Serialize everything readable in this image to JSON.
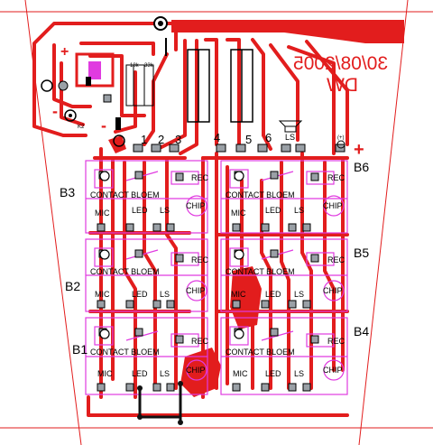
{
  "pcb": {
    "date_text": "30/08/2005",
    "initials": "DW",
    "block_labels": [
      "B1",
      "B2",
      "B3",
      "B4",
      "B5",
      "B6"
    ],
    "pin_numbers": [
      "1",
      "2",
      "3",
      "4",
      "5",
      "6"
    ],
    "ls_label": "LS",
    "plus_sign": "+",
    "minus_sign": "-",
    "plus_small": "(+)",
    "k2_label": "K2",
    "resistor_labels": [
      "18k",
      "33k"
    ],
    "module": {
      "mic": "MIC",
      "led": "LED",
      "ls": "LS",
      "contact": "CONTACT BLOEM",
      "rec": "REC",
      "chip": "CHIP"
    },
    "colors": {
      "copper": "#e21d1d",
      "silkscreen": "#e03be0",
      "pad": "#9aa0a6",
      "jumper": "#111111"
    }
  }
}
